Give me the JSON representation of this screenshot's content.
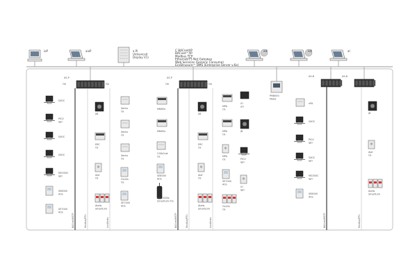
{
  "top_devices": [
    {
      "id": "pc1",
      "label": "ioP",
      "kind": "desktop"
    },
    {
      "id": "pc2",
      "label": "aioP",
      "kind": "laptop"
    },
    {
      "id": "display",
      "label": "a Pl\n(Advanced\nDisplay V1)",
      "kind": "display"
    },
    {
      "id": "pc3",
      "label": "aIP",
      "kind": "laptop-cd"
    },
    {
      "id": "pc4",
      "label": "aIP",
      "kind": "laptop-cd"
    },
    {
      "id": "pc5",
      "label": "aI",
      "kind": "laptop"
    }
  ],
  "network_protocols": [
    "C BACnet/IP",
    "BACnet™/IP",
    "Modbus TCP",
    "Ethernet/TS Net Gateway",
    "Web Services (Generic Consume)",
    "EcoStruxure™ BMS (Enterprise Server v.6x)"
  ],
  "controllers": [
    {
      "id": "as1",
      "tag": "AS-P",
      "label": "Ob",
      "sub": "Gb"
    },
    {
      "id": "as2",
      "tag": "AS-P",
      "label": "Ob",
      "sub": "Gb"
    },
    {
      "id": "pm",
      "tag": "PM8000",
      "label": "Meter"
    },
    {
      "id": "as3",
      "tag": "AS-B",
      "label": ""
    },
    {
      "id": "as4",
      "tag": "AS-B",
      "label": ""
    }
  ],
  "column1": [
    {
      "label": "SXOC",
      "kind": "valve"
    },
    {
      "label": "PICV\nIgO",
      "kind": "valve"
    },
    {
      "label": "SXOC",
      "kind": "valve"
    },
    {
      "label": "SXOC",
      "kind": "valve"
    },
    {
      "label": "MG350C\nIgO",
      "kind": "valve"
    },
    {
      "label": "SE8000\nAOs",
      "kind": "stat"
    },
    {
      "label": "SE7000\nAOs",
      "kind": "stat"
    }
  ],
  "column2": [
    {
      "label": "JiB",
      "kind": "room"
    },
    {
      "label": "ERC\nOs",
      "kind": "ctrl"
    },
    {
      "label": "Aplr\nOs",
      "kind": "sensor"
    },
    {
      "label": "Atelis\nSmartLink",
      "kind": "breaker"
    }
  ],
  "column3": [
    {
      "label": "Xenta\nOs",
      "kind": "io"
    },
    {
      "label": "Xenta\nOs",
      "kind": "io"
    },
    {
      "label": "Xenta\nOs",
      "kind": "io"
    },
    {
      "label": "GLLDs\nOs",
      "kind": "stat"
    },
    {
      "label": "SE7000\nAOs",
      "kind": "stat"
    }
  ],
  "column4": [
    {
      "label": "MNBOs",
      "kind": "ctrl"
    },
    {
      "label": "MNBOs",
      "kind": "ctrl"
    },
    {
      "label": "3 BACnet\nOs",
      "kind": "io"
    },
    {
      "label": "SE8000\nAOs",
      "kind": "stat"
    },
    {
      "label": "IMx-1000s\nSmartLink IOs",
      "kind": "phone"
    }
  ],
  "column5": [
    {
      "label": "JiB",
      "kind": "room"
    },
    {
      "label": "ERC\nOs",
      "kind": "ctrl"
    },
    {
      "label": "Aplr\nOs",
      "kind": "sensor"
    },
    {
      "label": "Atelis\nSmartLink",
      "kind": "breaker"
    }
  ],
  "column6": [
    {
      "label": "MPA\nOs",
      "kind": "ctrl"
    },
    {
      "label": "MPA\nOs",
      "kind": "ctrl"
    },
    {
      "label": "MPA\nOs",
      "kind": "sensor"
    },
    {
      "label": "SE7000\nAOs",
      "kind": "stat"
    },
    {
      "label": "GLLDs\nOs",
      "kind": "breaker"
    }
  ],
  "column7": [
    {
      "label": "IO\naO",
      "kind": "fan"
    },
    {
      "label": "JB",
      "kind": "room"
    },
    {
      "label": "PICV\nIgO",
      "kind": "valve"
    },
    {
      "label": "IO\nIgO",
      "kind": "sensor"
    }
  ],
  "column8": [
    {
      "label": "nPA",
      "kind": "io"
    },
    {
      "label": "SXOC",
      "kind": "valve"
    },
    {
      "label": "PICV\nIgO",
      "kind": "valve"
    },
    {
      "label": "SXOC\nIgO",
      "kind": "valve"
    },
    {
      "label": "MG350C\nIgO",
      "kind": "valve"
    },
    {
      "label": "SE8000\nAOs",
      "kind": "stat"
    }
  ],
  "column9": [
    {
      "label": "JB",
      "kind": "room"
    },
    {
      "label": "Aplr\nOs",
      "kind": "sensor"
    },
    {
      "label": "Atelis\nSmartLink",
      "kind": "breaker"
    }
  ],
  "bus_labels": [
    "BACnet/MSTP",
    "Modbus/RTU",
    "LonWorks",
    "BACnet/MSTP",
    "Modbus/RTU",
    "LonWorks",
    "BACnet/MSTP",
    "Modbus/RTU"
  ],
  "colors": {
    "line": "#9a9a9a",
    "device": "#e9e9e9",
    "controller": "#3a3a3a",
    "frame": "#bdbdbd"
  }
}
